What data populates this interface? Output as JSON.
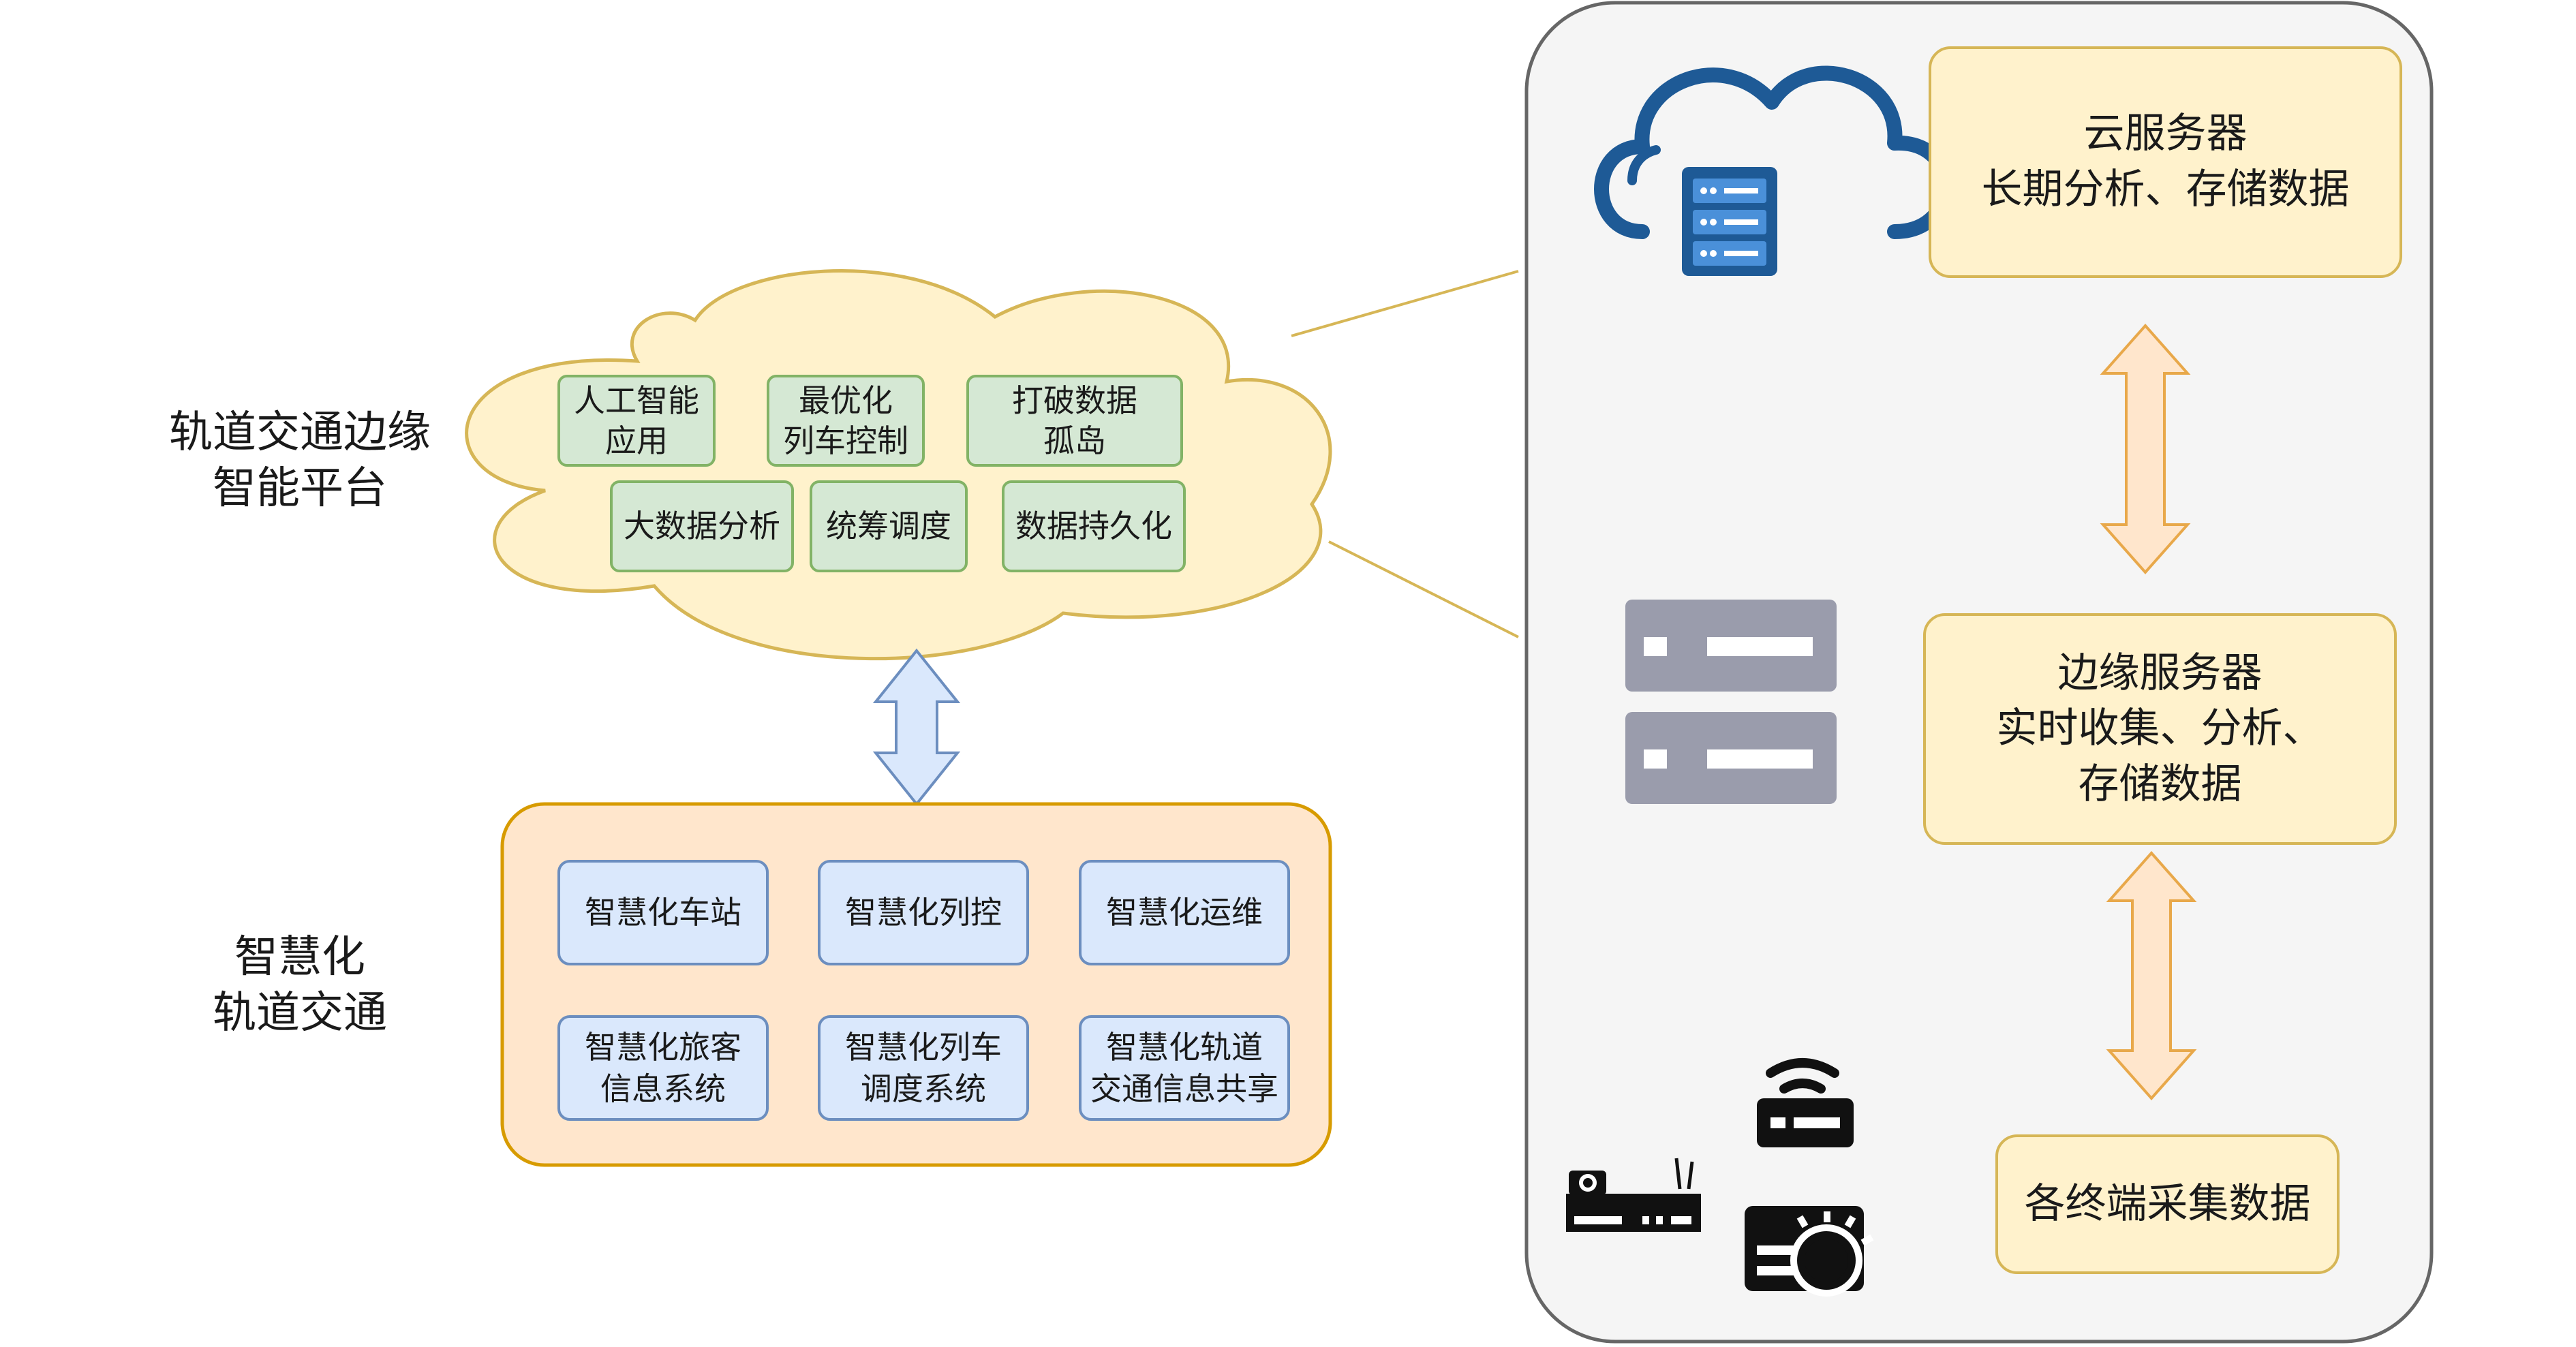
{
  "left_panel": {
    "edge_platform_label": "轨道交通边缘\n智能平台",
    "smart_transit_label": "智慧化\n轨道交通",
    "cloud_items": [
      "人工智能\n应用",
      "最优化\n列车控制",
      "打破数据\n孤岛",
      "大数据分析",
      "统筹调度",
      "数据持久化"
    ],
    "transit_items": [
      "智慧化车站",
      "智慧化列控",
      "智慧化运维",
      "智慧化旅客\n信息系统",
      "智慧化列车\n调度系统",
      "智慧化轨道\n交通信息共享"
    ]
  },
  "right_panel": {
    "cloud_server_box": "云服务器\n长期分析、存储数据",
    "edge_server_box": "边缘服务器\n实时收集、分析、\n存储数据",
    "terminal_box": "各终端采集数据",
    "icons": [
      "cloud-server-icon",
      "edge-server-icon",
      "router-icon",
      "camera-recorder-icon",
      "sensor-device-icon"
    ]
  },
  "colors": {
    "cloud_fill": "#fff2cc",
    "cloud_stroke": "#d6b656",
    "green_fill": "#d5e8d4",
    "green_stroke": "#82b366",
    "blue_fill": "#dae8fc",
    "blue_stroke": "#6c8ebf",
    "orange_panel_fill": "#ffe6cc",
    "orange_panel_stroke": "#d79b00",
    "right_panel_fill": "#f5f5f5",
    "right_panel_stroke": "#666666",
    "cloud_icon_blue": "#1e5a96",
    "server_gray": "#9a9cac"
  }
}
